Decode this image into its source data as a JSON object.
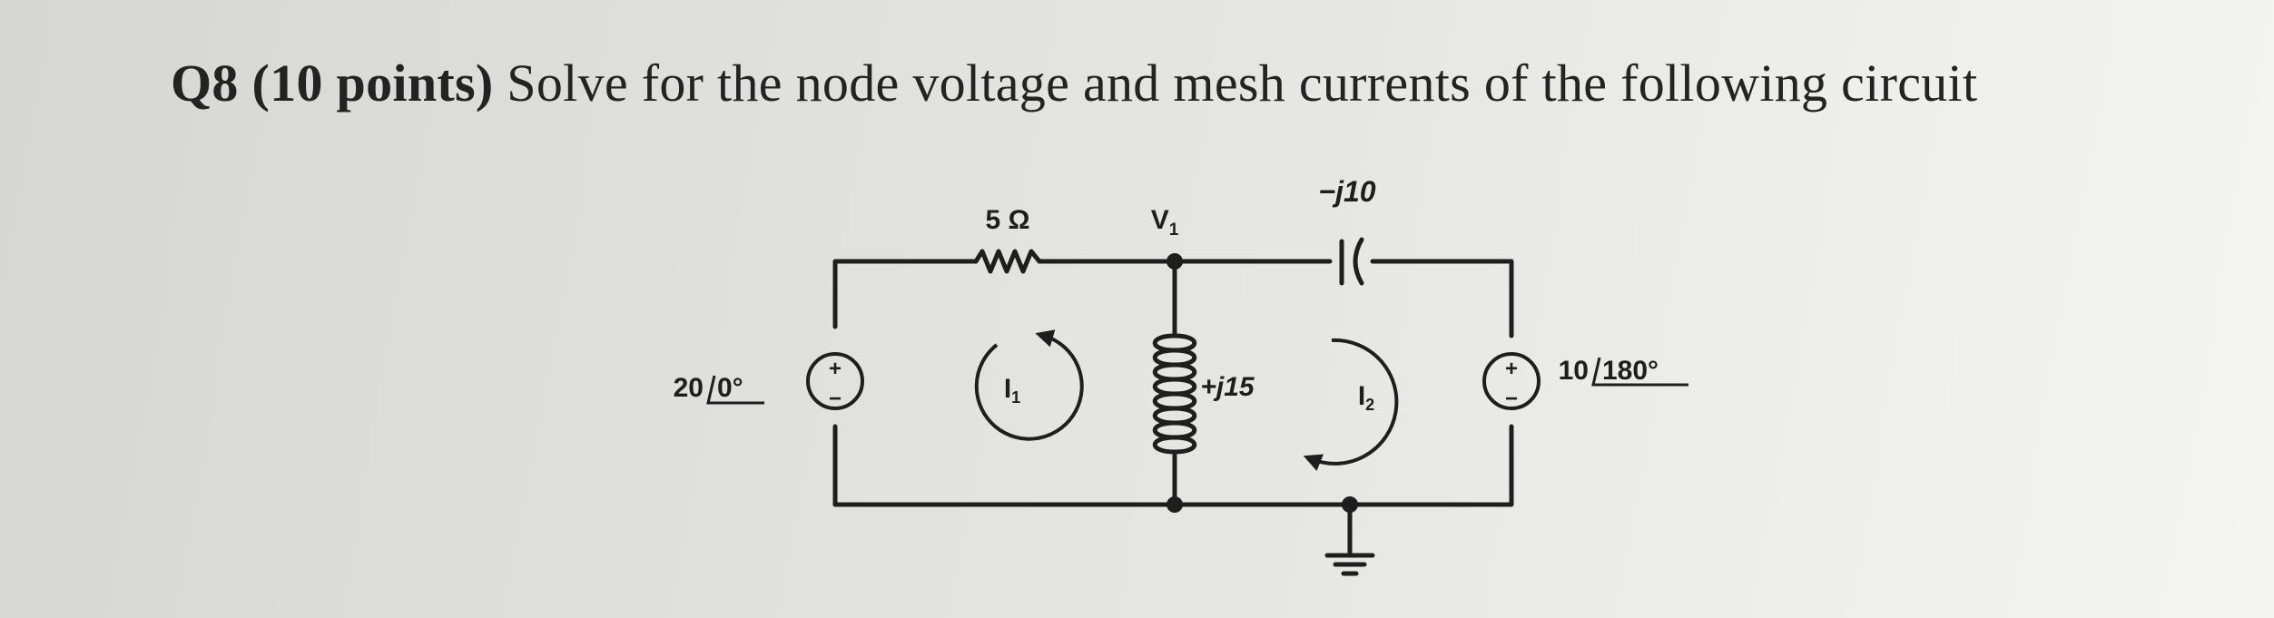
{
  "question": {
    "number": "Q8",
    "points": "(10 points)",
    "text": "Solve for the node voltage and mesh currents of the following circuit"
  },
  "circuit": {
    "resistor_label": "5 Ω",
    "node_label": "V",
    "node_subscript": "1",
    "capacitor_label": "−j10",
    "inductor_label": "+j15",
    "source_left": {
      "magnitude": "20",
      "angle": "0°",
      "plus": "+",
      "minus": "−"
    },
    "source_right": {
      "magnitude": "10",
      "angle": "180°",
      "plus": "+",
      "minus": "−"
    },
    "mesh1": {
      "symbol": "I",
      "subscript": "1"
    },
    "mesh2": {
      "symbol": "I",
      "subscript": "2"
    }
  }
}
